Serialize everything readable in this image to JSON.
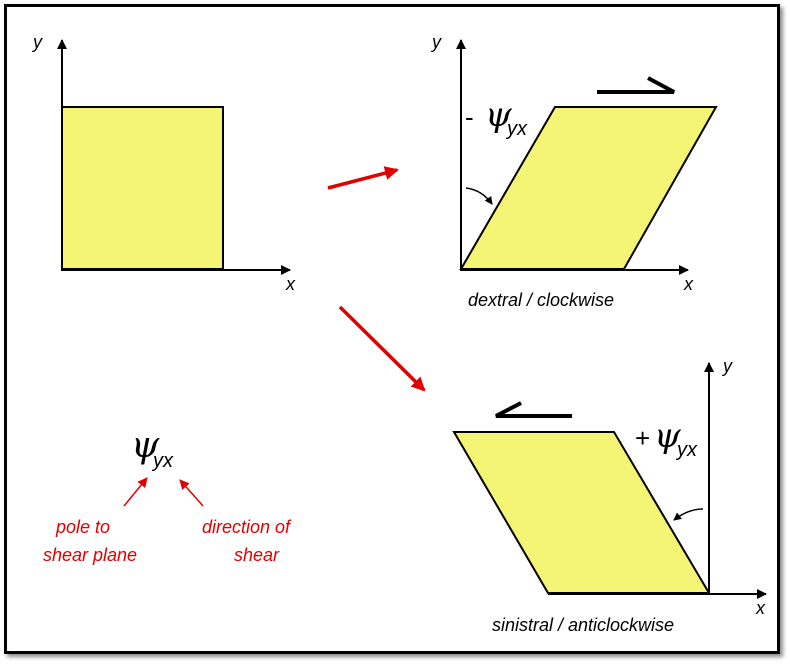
{
  "diagram": {
    "colors": {
      "fill": "#f5f575",
      "stroke": "#000000",
      "accent": "#e00000"
    },
    "axes": {
      "x_label": "x",
      "y_label": "y"
    },
    "symbol": {
      "psi": "ψ",
      "subscript": "yx"
    },
    "dextral": {
      "sign": "-",
      "caption": "dextral / clockwise"
    },
    "sinistral": {
      "sign": "+",
      "caption": "sinistral / anticlockwise"
    },
    "legend": {
      "pole_line1": "pole to",
      "pole_line2": "shear plane",
      "direction_line1": "direction of",
      "direction_line2": "shear"
    }
  }
}
